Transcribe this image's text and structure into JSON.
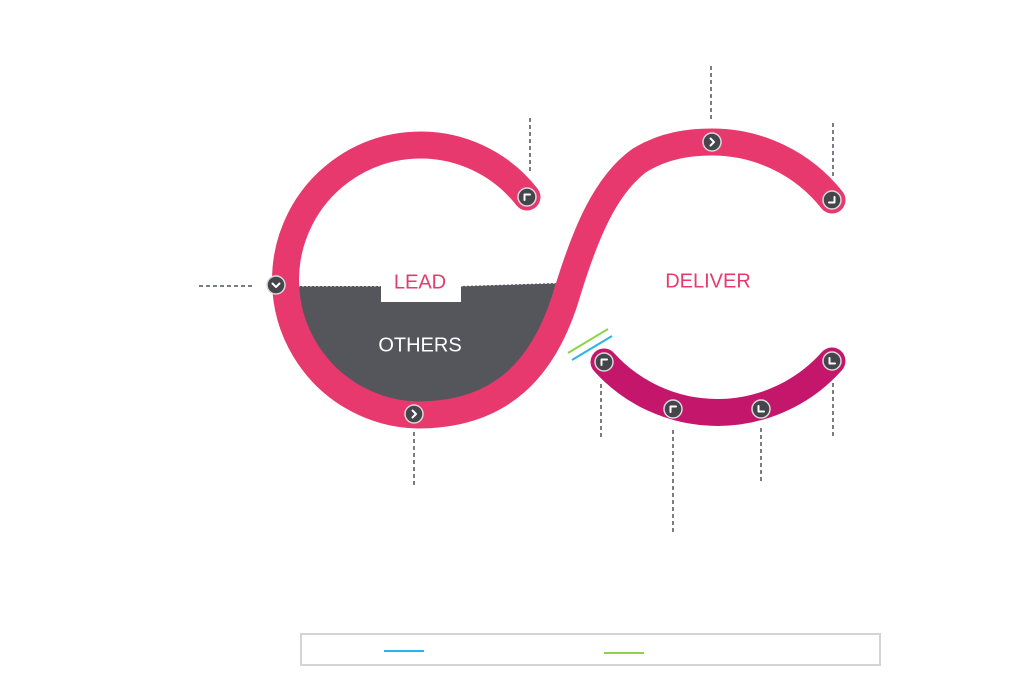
{
  "diagram": {
    "labels": {
      "lead": "LEAD",
      "others": "OTHERS",
      "deliver": "DELIVER"
    },
    "colors": {
      "main_loop": "#E8396E",
      "lower_arc": "#C4166A",
      "fill_region": "#55565B",
      "badge": "#45464B",
      "badge_ring": "#d9d9dc",
      "leader_line": "#7b7d85",
      "marker_blue": "#2bb3ea",
      "marker_green": "#8fd24c"
    },
    "badges": [
      {
        "id": "left-top-end",
        "glyph": "arrow-up-left"
      },
      {
        "id": "left-side",
        "glyph": "chevron-down"
      },
      {
        "id": "left-bottom",
        "glyph": "chevron-right"
      },
      {
        "id": "right-top",
        "glyph": "chevron-right"
      },
      {
        "id": "right-top-end",
        "glyph": "arrow-down-right"
      },
      {
        "id": "lower-left-end",
        "glyph": "arrow-up-left"
      },
      {
        "id": "lower-mid-left",
        "glyph": "arrow-up-left"
      },
      {
        "id": "lower-mid-right",
        "glyph": "arrow-down-left"
      },
      {
        "id": "lower-right-end",
        "glyph": "arrow-down-left"
      }
    ]
  },
  "legend": {
    "items": [
      {
        "name": "blue-series",
        "color": "#2bb3ea",
        "label": ""
      },
      {
        "name": "green-series",
        "color": "#8fd24c",
        "label": ""
      }
    ]
  }
}
